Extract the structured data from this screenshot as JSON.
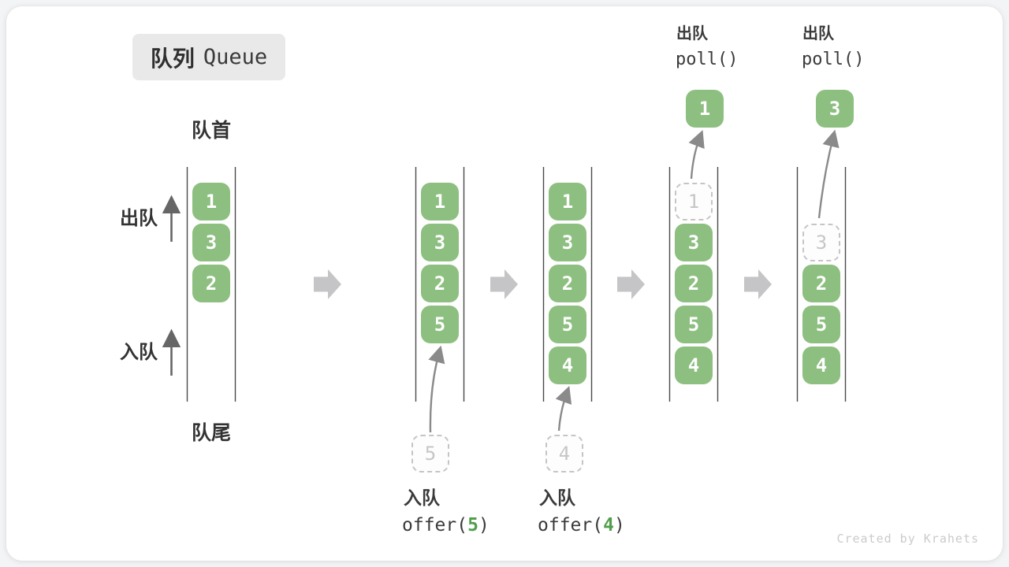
{
  "badge": {
    "zh": "队列",
    "en": "Queue"
  },
  "side_labels": {
    "front": "队首",
    "rear": "队尾",
    "dequeue": "出队",
    "enqueue": "入队"
  },
  "poll_labels": [
    {
      "zh": "出队",
      "code": "poll()"
    },
    {
      "zh": "出队",
      "code": "poll()"
    }
  ],
  "enqueue_captions": [
    {
      "zh": "入队",
      "code_prefix": "offer(",
      "arg": "5",
      "code_suffix": ")"
    },
    {
      "zh": "入队",
      "code_prefix": "offer(",
      "arg": "4",
      "code_suffix": ")"
    }
  ],
  "popped": [
    "1",
    "3"
  ],
  "pending": [
    "5",
    "4"
  ],
  "columns": [
    {
      "slots": [
        {
          "v": "1"
        },
        {
          "v": "3"
        },
        {
          "v": "2"
        }
      ]
    },
    {
      "slots": [
        {
          "v": "1"
        },
        {
          "v": "3"
        },
        {
          "v": "2"
        },
        {
          "v": "5"
        }
      ]
    },
    {
      "slots": [
        {
          "v": "1"
        },
        {
          "v": "3"
        },
        {
          "v": "2"
        },
        {
          "v": "5"
        },
        {
          "v": "4"
        }
      ]
    },
    {
      "slots": [
        {
          "v": "1"
        },
        {
          "v": "3"
        },
        {
          "v": "2"
        },
        {
          "v": "5"
        },
        {
          "v": "4"
        }
      ]
    },
    {
      "slots": [
        {
          "v": "3"
        },
        {
          "v": "2"
        },
        {
          "v": "5"
        },
        {
          "v": "4"
        }
      ]
    }
  ],
  "watermark": "Created by Krahets",
  "colors": {
    "cell_green": "#8dbf80",
    "code_green": "#519e4c",
    "block_arrow": "#c5c5c8",
    "column_line": "#4a4a4a",
    "curve_arrow": "#8a8a8a",
    "label_arrow": "#666666",
    "dash_border": "#c5c5c5",
    "dash_text": "#c6c6c6"
  }
}
